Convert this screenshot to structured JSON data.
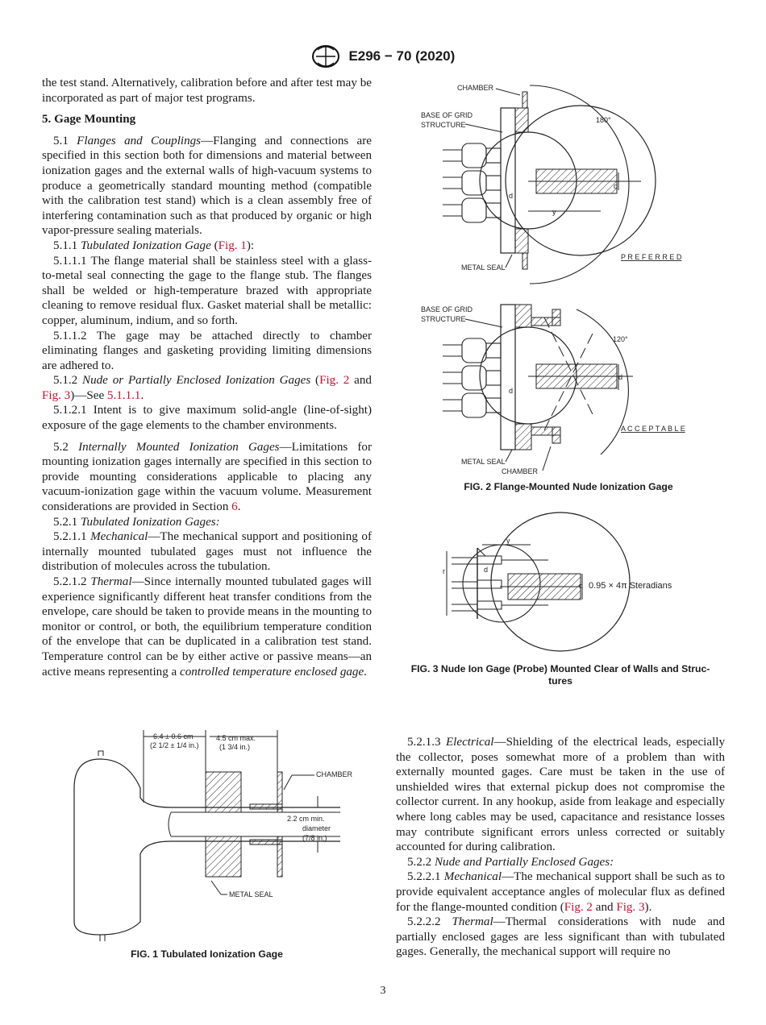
{
  "header": {
    "code": "E296 − 70 (2020)",
    "logo_text": "ASTM"
  },
  "left_column": {
    "continuation": "the test stand. Alternatively, calibration before and after test may be incorporated as part of major test programs.",
    "section_heading": "5. Gage Mounting",
    "p5_1_num": "5.1",
    "p5_1_title": "Flanges and Couplings",
    "p5_1_text": "—Flanging and connections are specified in this section both for dimensions and material between ionization gages and the external walls of high-vacuum systems to produce a geometrically standard mounting method (compatible with the calibration test stand) which is a clean assembly free of interfering contamination such as that produced by organic or high vapor-pressure sealing materials.",
    "p5_1_1_num": "5.1.1",
    "p5_1_1_title": "Tubulated Ionization Gage",
    "p5_1_1_ref": "Fig. 1",
    "p5_1_1_1": "5.1.1.1 The flange material shall be stainless steel with a glass-to-metal seal connecting the gage to the flange stub. The flanges shall be welded or high-temperature brazed with appropriate cleaning to remove residual flux. Gasket material shall be metallic: copper, aluminum, indium, and so forth.",
    "p5_1_1_2": "5.1.1.2 The gage may be attached directly to chamber eliminating flanges and gasketing providing limiting dimensions are adhered to.",
    "p5_1_2_num": "5.1.2",
    "p5_1_2_title": "Nude or Partially Enclosed Ionization Gages",
    "p5_1_2_ref1": "Fig. 2",
    "p5_1_2_ref2": "Fig. 3",
    "p5_1_2_ref3": "5.1.1.1",
    "p5_1_2_1": "5.1.2.1 Intent is to give maximum solid-angle (line-of-sight) exposure of the gage elements to the chamber environments.",
    "p5_2_num": "5.2",
    "p5_2_title": "Internally Mounted Ionization Gages",
    "p5_2_text": "—Limitations for mounting ionization gages internally are specified in this section to provide mounting considerations applicable to placing any vacuum-ionization gage within the vacuum volume. Measurement considerations are provided in Section",
    "p5_2_ref": "6",
    "p5_2_1_num": "5.2.1",
    "p5_2_1_title": "Tubulated Ionization Gages:",
    "p5_2_1_1_num": "5.2.1.1",
    "p5_2_1_1_title": "Mechanical",
    "p5_2_1_1_text": "—The mechanical support and positioning of internally mounted tubulated gages must not influence the distribution of molecules across the tubulation.",
    "p5_2_1_2_num": "5.2.1.2",
    "p5_2_1_2_title": "Thermal",
    "p5_2_1_2_text": "—Since internally mounted tubulated gages will experience significantly different heat transfer conditions from the envelope, care should be taken to provide means in the mounting to monitor or control, or both, the equilibrium temperature condition of the envelope that can be duplicated in a calibration test stand. Temperature control can be by either active or passive means—an active means representing a",
    "p5_2_1_2_italic": "controlled temperature enclosed gage"
  },
  "right_column": {
    "p5_2_1_3_num": "5.2.1.3",
    "p5_2_1_3_title": "Electrical",
    "p5_2_1_3_text": "—Shielding of the electrical leads, especially the collector, poses somewhat more of a problem than with externally mounted gages. Care must be taken in the use of unshielded wires that external pickup does not compromise the collector current. In any hookup, aside from leakage and especially where long cables may be used, capacitance and resistance losses may contribute significant errors unless corrected or suitably accounted for during calibration.",
    "p5_2_2_num": "5.2.2",
    "p5_2_2_title": "Nude and Partially Enclosed Gages:",
    "p5_2_2_1_num": "5.2.2.1",
    "p5_2_2_1_title": "Mechanical",
    "p5_2_2_1_text": "—The mechanical support shall be such as to provide equivalent acceptance angles of molecular flux as defined for the flange-mounted condition (",
    "p5_2_2_1_ref1": "Fig. 2",
    "p5_2_2_1_and": " and ",
    "p5_2_2_1_ref2": "Fig. 3",
    "p5_2_2_1_end": ").",
    "p5_2_2_2_num": "5.2.2.2",
    "p5_2_2_2_title": "Thermal",
    "p5_2_2_2_text": "—Thermal considerations with nude and partially enclosed gages are less significant than with tubulated gages. Generally, the mechanical support will require no"
  },
  "fig1": {
    "caption": "FIG. 1 Tubulated Ionization Gage",
    "dim1": "6.4 ± 0.6 cm",
    "dim1b": "(2 1/2 ± 1/4 in.)",
    "dim2": "4.5 cm max.",
    "dim2b": "(1 3/4 in.)",
    "dim3": "2.2 cm min.",
    "dim3b": "diameter",
    "dim3c": "(7/8 in.)",
    "chamber": "CHAMBER",
    "metal_seal": "METAL SEAL"
  },
  "fig2": {
    "caption": "FIG. 2 Flange-Mounted Nude Ionization Gage",
    "chamber": "CHAMBER",
    "base1": "BASE OF GRID",
    "base2": "STRUCTURE",
    "angle_top": "180°",
    "angle_bottom": "120°",
    "preferred": "P R E F E R R E D",
    "acceptable": "A C C E P T A B L E",
    "metal_seal": "METAL SEAL",
    "d": "d",
    "y": "y"
  },
  "fig3": {
    "caption1": "FIG. 3 Nude Ion Gage (Probe) Mounted Clear of Walls and Struc-",
    "caption2": "tures",
    "solid_angle": "0.95 × 4π Steradians",
    "y": "y",
    "r": "r",
    "d": "d"
  },
  "page_number": "3"
}
